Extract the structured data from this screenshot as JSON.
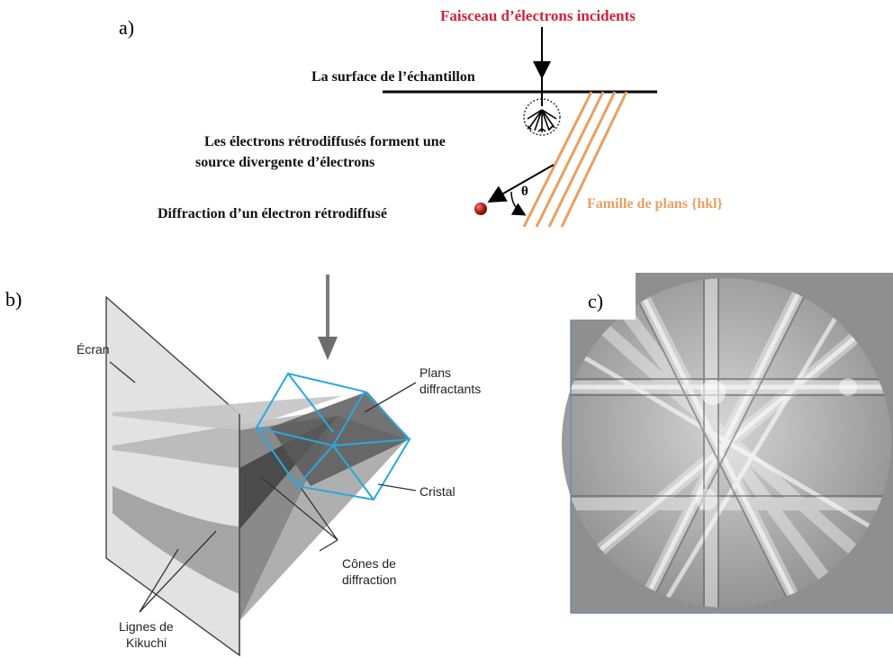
{
  "panel_a": {
    "letter": "a)",
    "beam_label": "Faisceau d’électrons incidents",
    "surface_label": "La surface de  l’échantillon",
    "backscatter_line1": "Les électrons rétrodiffusés forment une",
    "backscatter_line2": "source divergente d’électrons",
    "diffraction_label": "Diffraction d’un  électron rétrodiffusé",
    "theta_label": "θ",
    "planes_label": "Famille de plans {hkl}",
    "colors": {
      "beam_label": "#d0223a",
      "planes": "#e8a060",
      "electron": "#b32020"
    }
  },
  "panel_b": {
    "letter": "b)",
    "screen_label": "Écran",
    "planes_line1": "Plans",
    "planes_line2": "diffractants",
    "crystal_label": "Cristal",
    "cones_line1": "Cônes de",
    "cones_line2": "diffraction",
    "kikuchi_line1": "Lignes de",
    "kikuchi_line2": "Kikuchi",
    "colors": {
      "crystal": "#29a8e0"
    }
  },
  "panel_c": {
    "letter": "c)"
  }
}
